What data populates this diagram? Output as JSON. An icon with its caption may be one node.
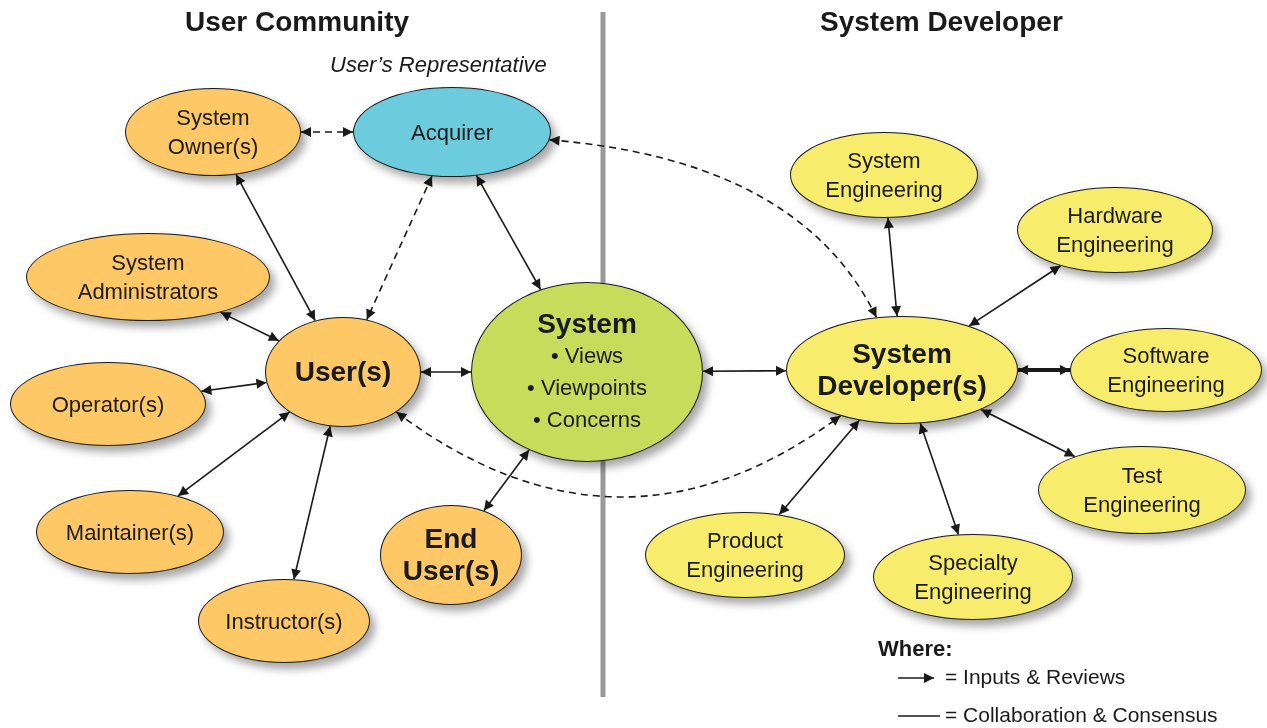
{
  "diagram": {
    "nodes": [
      {
        "text": [
          "System Owner(s)"
        ]
      },
      {
        "text": [
          "Acquirer"
        ]
      },
      {
        "text": [
          "System Administrators"
        ]
      },
      {
        "text": [
          "User(s)"
        ]
      },
      {
        "text": [
          "Operator(s)"
        ]
      },
      {
        "text": [
          "System",
          "• Views",
          "• Viewpoints",
          "• Concerns"
        ]
      },
      {
        "text": [
          "Maintainer(s)"
        ]
      },
      {
        "text": [
          "End User(s)"
        ]
      },
      {
        "text": [
          "Instructor(s)"
        ]
      },
      {
        "text": [
          "System Engineering"
        ]
      },
      {
        "text": [
          "Hardware Engineering"
        ]
      },
      {
        "text": [
          "System Developer(s)"
        ]
      },
      {
        "text": [
          "Software Engineering"
        ]
      },
      {
        "text": [
          "Test Engineering"
        ]
      },
      {
        "text": [
          "Product Engineering"
        ]
      },
      {
        "text": [
          "Specialty Engineering"
        ]
      }
    ],
    "edges": [
      {
        "from": 0,
        "to": 1,
        "arrow": "both",
        "style": "dashed"
      },
      {
        "from": 0,
        "to": 3,
        "arrow": "both"
      },
      {
        "from": 1,
        "to": 3,
        "arrow": "both",
        "style": "dashed"
      },
      {
        "from": 1,
        "to": 5,
        "arrow": "both"
      },
      {
        "from": 2,
        "to": 3,
        "arrow": "both"
      },
      {
        "from": 4,
        "to": 3,
        "arrow": "both"
      },
      {
        "from": 6,
        "to": 3,
        "arrow": "both"
      },
      {
        "from": 8,
        "to": 3,
        "arrow": "both"
      },
      {
        "from": 3,
        "to": 5,
        "arrow": "both"
      },
      {
        "from": 7,
        "to": 5,
        "arrow": "both"
      },
      {
        "from": 3,
        "to": 11,
        "arrow": "both",
        "style": "dashed"
      },
      {
        "from": 1,
        "to": 11,
        "arrow": "both",
        "style": "dashed"
      },
      {
        "from": 5,
        "to": 11,
        "arrow": "both"
      },
      {
        "from": 9,
        "to": 11,
        "arrow": "both"
      },
      {
        "from": 10,
        "to": 11,
        "arrow": "both"
      },
      {
        "from": 12,
        "to": 11,
        "arrow": "both",
        "style": "thick"
      },
      {
        "from": 13,
        "to": 11,
        "arrow": "both"
      },
      {
        "from": 14,
        "to": 11,
        "arrow": "both"
      },
      {
        "from": 15,
        "to": 11,
        "arrow": "both"
      }
    ],
    "labels": [
      "User Community",
      "User’s Representative",
      "System Developer",
      "Where:"
    ],
    "legend": [
      {
        "text": "= Inputs & Reviews"
      },
      {
        "text": "= Collaboration & Consensus"
      }
    ]
  }
}
